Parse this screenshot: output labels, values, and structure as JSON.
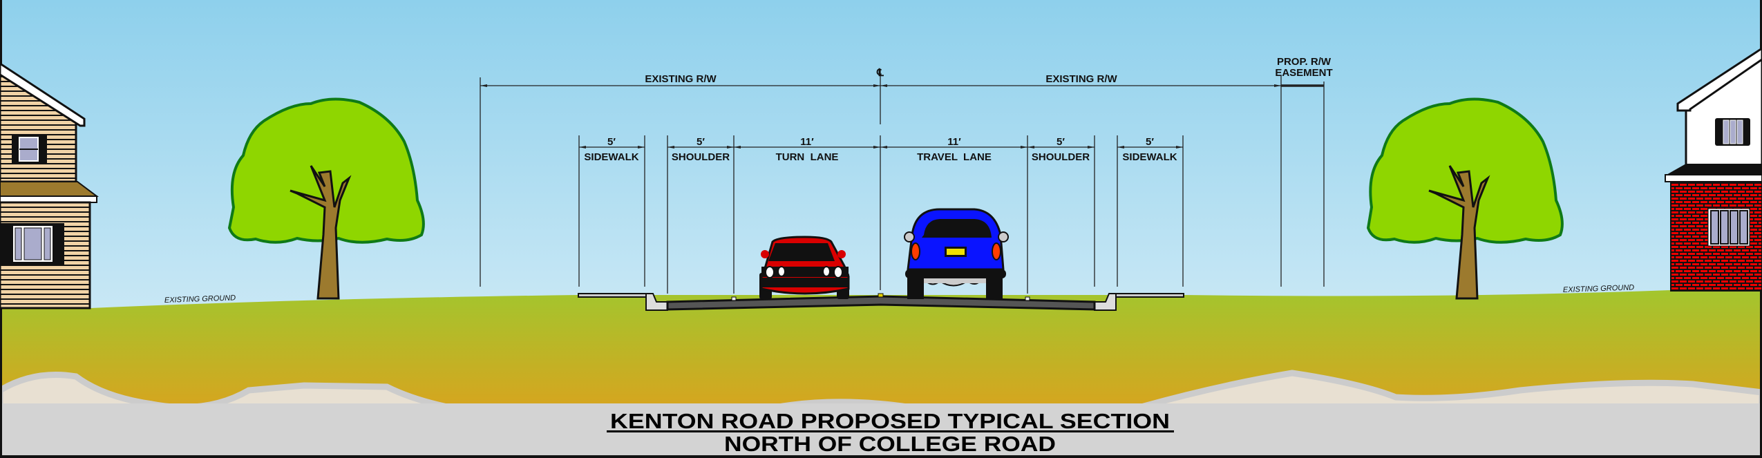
{
  "diagram": {
    "title": "KENTON ROAD PROPOSED TYPICAL SECTION",
    "subtitle": "NORTH OF COLLEGE ROAD",
    "centerline_symbol": "℄",
    "right_of_way": {
      "left_label": "EXISTING R/W",
      "right_label": "EXISTING R/W",
      "easement_label_1": "PROP. R/W",
      "easement_label_2": "EASEMENT"
    },
    "elements": [
      {
        "width": "5′",
        "label": "SIDEWALK"
      },
      {
        "width": "5′",
        "label": "SHOULDER"
      },
      {
        "width": "11′",
        "label": "TURN  LANE"
      },
      {
        "width": "11′",
        "label": "TRAVEL  LANE"
      },
      {
        "width": "5′",
        "label": "SHOULDER"
      },
      {
        "width": "5′",
        "label": "SIDEWALK"
      }
    ],
    "ground_label_left": "EXISTING GROUND",
    "ground_label_right": "EXISTING GROUND"
  },
  "colors": {
    "sky_top": "#8ed0ec",
    "sky_bottom": "#dbeff8",
    "grass": "#a2c62e",
    "soil": "#d6a51f",
    "tree": "#8fd600",
    "tree_outline": "#0f7a17",
    "trunk": "#9c7a2e",
    "red_car": "#d90000",
    "blue_car": "#0a14ff",
    "road": "#555555",
    "footer": "#d3d3d3"
  }
}
